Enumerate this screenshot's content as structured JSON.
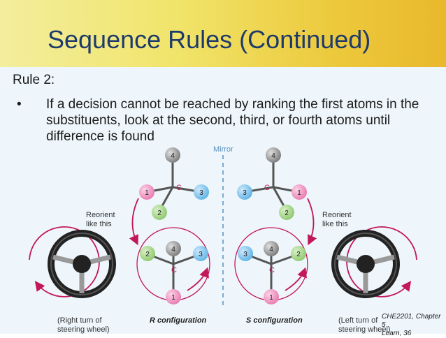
{
  "slide": {
    "title": "Sequence Rules (Continued)",
    "rule_label": "Rule 2:",
    "bullet_symbol": "•",
    "bullet_text": "If a decision cannot be reached by ranking the first atoms in the substituents, look at the second, third, or fourth atoms until difference is found",
    "footer_line1": "CHE2201, Chapter 5",
    "footer_line2": "Learn, 36"
  },
  "figure": {
    "mirror_label": "Mirror",
    "atom_center": "C",
    "sub1": "1",
    "sub2": "2",
    "sub3": "3",
    "sub4": "4",
    "reorient_1": "Reorient",
    "reorient_2": "like this",
    "left_caption_1": "(Right turn of",
    "left_caption_2": "steering wheel)",
    "right_caption_1": "(Left turn of",
    "right_caption_2": "steering wheel)",
    "r_config": "R configuration",
    "s_config": "S configuration"
  },
  "colors": {
    "title": "#1e3a6b",
    "atom1": "#e87ab0",
    "atom2": "#8ec86e",
    "atom3": "#5db3e6",
    "atom4": "#8d8d8d",
    "carbon": "#c2185b",
    "arrow": "#c2185b",
    "mirror": "#5a8fc0"
  }
}
